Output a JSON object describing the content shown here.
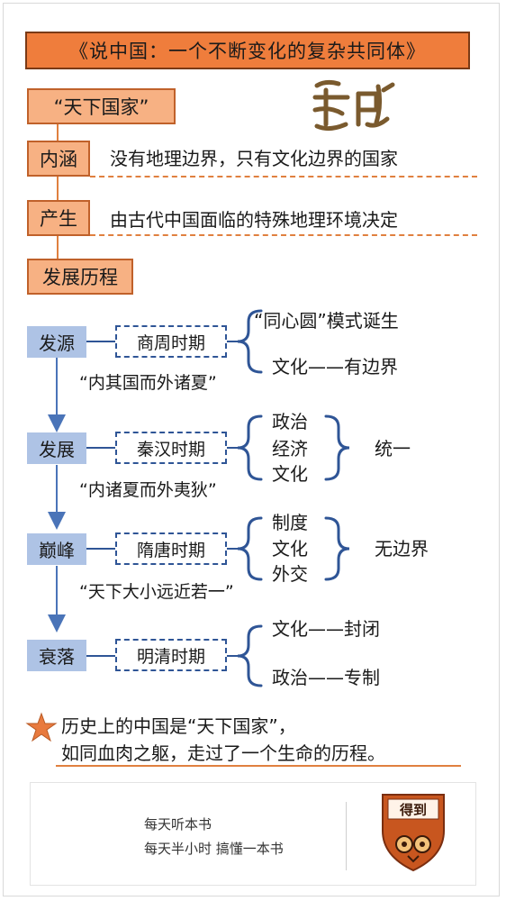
{
  "title": "《说中国：一个不断变化的复杂共同体》",
  "tianxia_label": "“天下国家”",
  "neihan": {
    "label": "内涵",
    "text": "没有地理边界，只有文化边界的国家"
  },
  "chansheng": {
    "label": "产生",
    "text": "由古代中国面临的特殊地理环境决定"
  },
  "history_label": "发展历程",
  "stages": [
    {
      "stage": "发源",
      "period": "商周时期",
      "branches": [
        "“同心圆”模式诞生",
        "文化——有边界"
      ],
      "quote": "“内其国而外诸夏”"
    },
    {
      "stage": "发展",
      "period": "秦汉时期",
      "items": [
        "政治",
        "经济",
        "文化"
      ],
      "result": "统一",
      "quote": "“内诸夏而外夷狄”"
    },
    {
      "stage": "巅峰",
      "period": "隋唐时期",
      "items": [
        "制度",
        "文化",
        "外交"
      ],
      "result": "无边界",
      "quote": "“天下大小远近若一”"
    },
    {
      "stage": "衰落",
      "period": "明清时期",
      "branches": [
        "文化——封闭",
        "政治——专制"
      ]
    }
  ],
  "conclusion": [
    "历史上的中国是“天下国家”，",
    "如同血肉之躯，走过了一个生命的历程。"
  ],
  "footer": {
    "line1": "每天听本书",
    "line2": "每天半小时 搞懂一本书",
    "logo_text": "得到"
  },
  "colors": {
    "orange": "#ef7d3c",
    "light_orange": "#f7b183",
    "blue": "#aec3e5",
    "dark_blue": "#2f5596",
    "star": "#e87a3e"
  }
}
